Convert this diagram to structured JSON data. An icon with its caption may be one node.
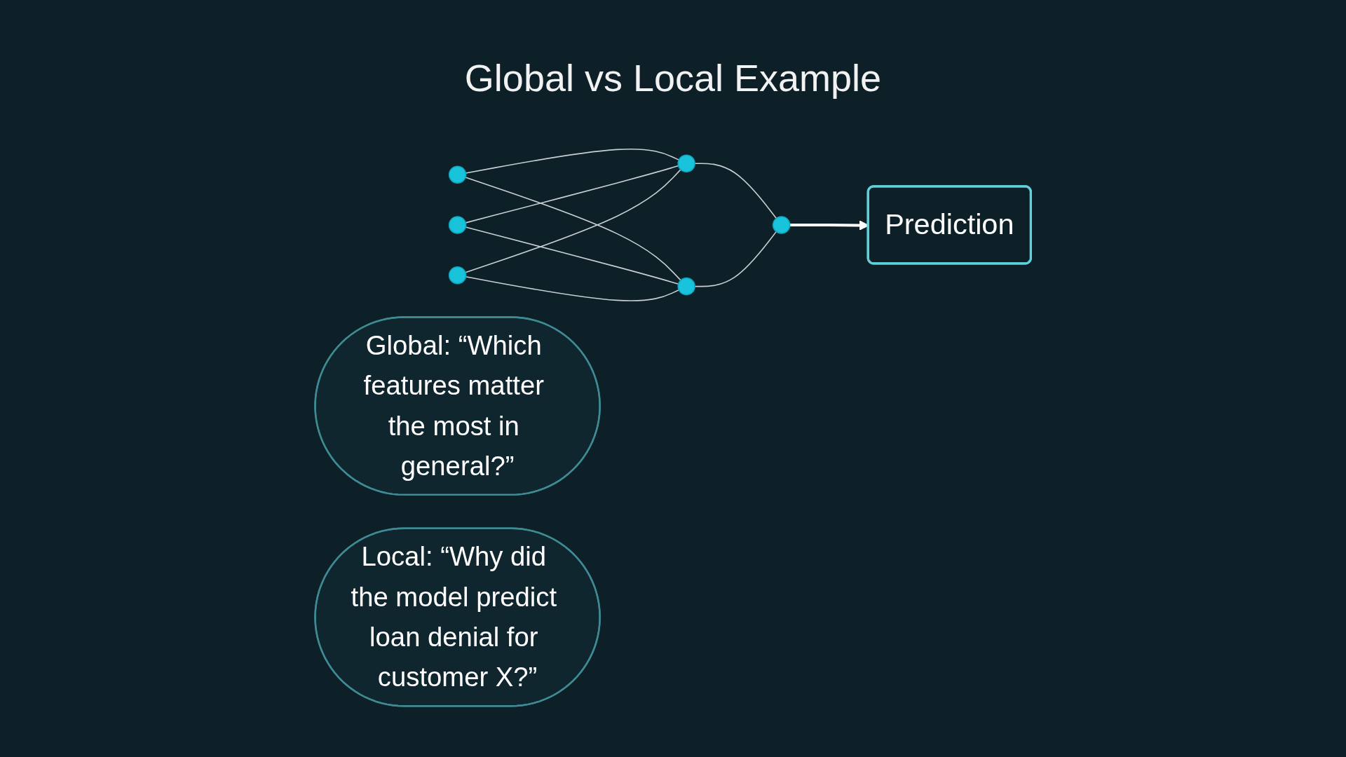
{
  "diagram": {
    "title": "Global vs Local Example",
    "nodes": [
      {
        "text": [],
        "shape": "circle"
      },
      {
        "text": [],
        "shape": "circle"
      },
      {
        "text": [],
        "shape": "circle"
      },
      {
        "text": [],
        "shape": "circle"
      },
      {
        "text": [],
        "shape": "circle"
      },
      {
        "text": [],
        "shape": "circle"
      },
      {
        "text": [
          "Prediction"
        ]
      },
      {
        "text": [
          "Global: “Which features matter the most in general?”"
        ]
      },
      {
        "text": [
          "Local: “Why did the model predict loan denial for customer X?”"
        ]
      }
    ],
    "edges": [
      {
        "from": 0,
        "to": 3,
        "arrow": "none"
      },
      {
        "from": 0,
        "to": 4,
        "arrow": "none"
      },
      {
        "from": 1,
        "to": 3,
        "arrow": "none"
      },
      {
        "from": 1,
        "to": 4,
        "arrow": "none"
      },
      {
        "from": 2,
        "to": 3,
        "arrow": "none"
      },
      {
        "from": 2,
        "to": 4,
        "arrow": "none"
      },
      {
        "from": 3,
        "to": 5,
        "arrow": "none"
      },
      {
        "from": 4,
        "to": 5,
        "arrow": "none"
      },
      {
        "from": 5,
        "to": 6,
        "arrow": "to"
      }
    ]
  }
}
